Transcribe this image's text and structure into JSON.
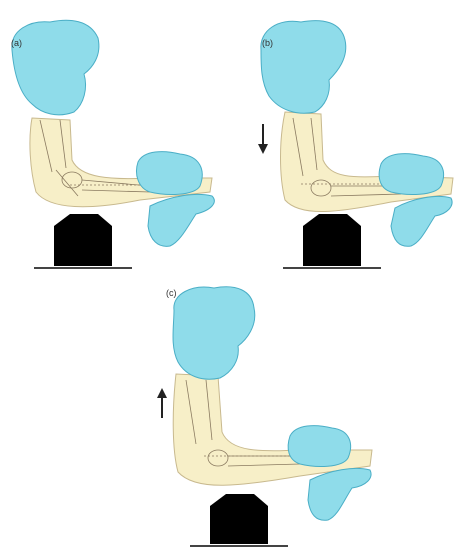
{
  "panels": [
    {
      "label": "(a)",
      "arrow": "none"
    },
    {
      "label": "(b)",
      "arrow": "down"
    },
    {
      "label": "(c)",
      "arrow": "up"
    }
  ],
  "colors": {
    "skin": "#f7efc8",
    "glove": "#8fdcea",
    "glove_stroke": "#4aaec6",
    "bone_stroke": "#8a7a60",
    "block": "#000000",
    "platform": "#444444",
    "arrow": "#222222"
  }
}
